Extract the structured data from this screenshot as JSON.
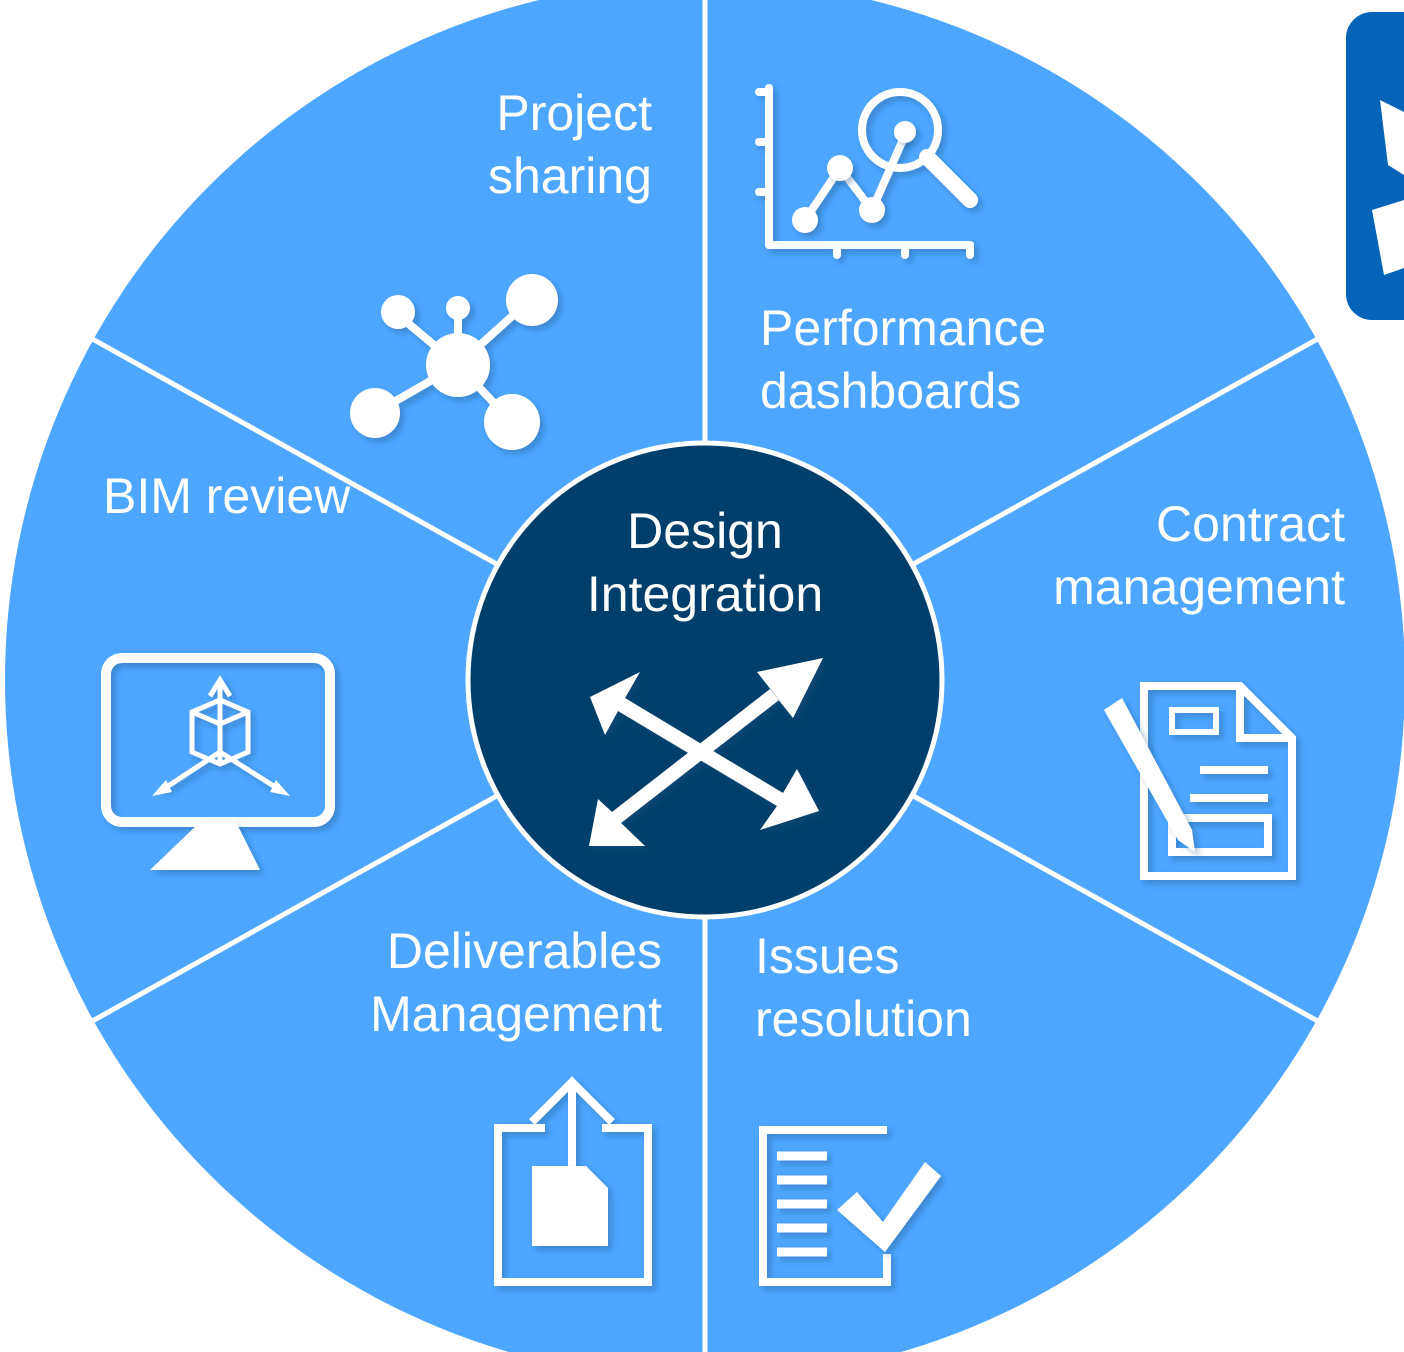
{
  "diagram": {
    "center": {
      "line1": "Design",
      "line2": "Integration",
      "icon": "cross-arrows-icon"
    },
    "segments": [
      {
        "id": "project-sharing",
        "line1": "Project",
        "line2": "sharing",
        "icon": "network-hub-icon"
      },
      {
        "id": "performance-dashboards",
        "line1": "Performance",
        "line2": "dashboards",
        "icon": "chart-magnifier-icon"
      },
      {
        "id": "contract-management",
        "line1": "Contract",
        "line2": "management",
        "icon": "document-pen-icon"
      },
      {
        "id": "issues-resolution",
        "line1": "Issues",
        "line2": "resolution",
        "icon": "checklist-icon"
      },
      {
        "id": "deliverables-management",
        "line1": "Deliverables",
        "line2": "Management",
        "icon": "upload-document-icon"
      },
      {
        "id": "bim-review",
        "line1": "BIM review",
        "line2": "",
        "icon": "monitor-3d-cube-icon"
      }
    ],
    "colors": {
      "wheel": "#4da6ff",
      "center": "#003f6b",
      "divider": "#ffffff",
      "text": "#ffffff",
      "corner_logo": "#0563b8"
    },
    "corner_logo_icon": "app-logo-icon"
  }
}
